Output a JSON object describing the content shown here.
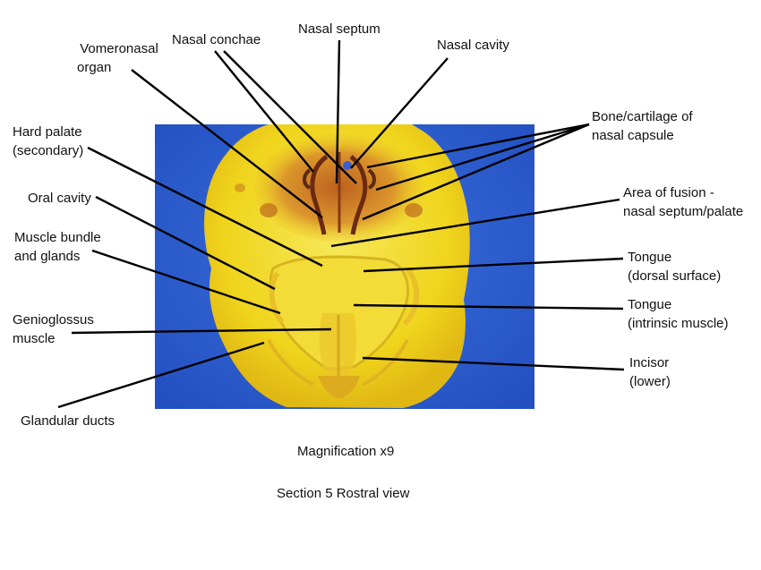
{
  "labels": {
    "vomeronasal_organ": [
      "Vomeronasal",
      "organ"
    ],
    "nasal_conchae": [
      "Nasal conchae"
    ],
    "nasal_septum": [
      "Nasal septum"
    ],
    "nasal_cavity": [
      "Nasal cavity"
    ],
    "bone_cartilage": [
      "Bone/cartilage of",
      "nasal capsule"
    ],
    "hard_palate": [
      "Hard palate",
      "(secondary)"
    ],
    "area_of_fusion": [
      "Area of fusion -",
      "nasal septum/palate"
    ],
    "oral_cavity": [
      "Oral cavity"
    ],
    "muscle_bundle": [
      "Muscle bundle",
      "and glands"
    ],
    "tongue_dorsal": [
      "Tongue",
      "(dorsal surface)"
    ],
    "tongue_intrinsic": [
      "Tongue",
      "(intrinsic muscle)"
    ],
    "genioglossus": [
      "Genioglossus",
      "muscle"
    ],
    "incisor": [
      "Incisor",
      "(lower)"
    ],
    "glandular_ducts": [
      "Glandular ducts"
    ]
  },
  "caption": {
    "magnification": "Magnification x9",
    "section": "Section 5 Rostral view"
  },
  "colors": {
    "background_blue": "#2f5fd0",
    "tissue_yellow": "#f2dc1f",
    "tissue_dark": "#c9871c",
    "leader_line": "#000000"
  }
}
